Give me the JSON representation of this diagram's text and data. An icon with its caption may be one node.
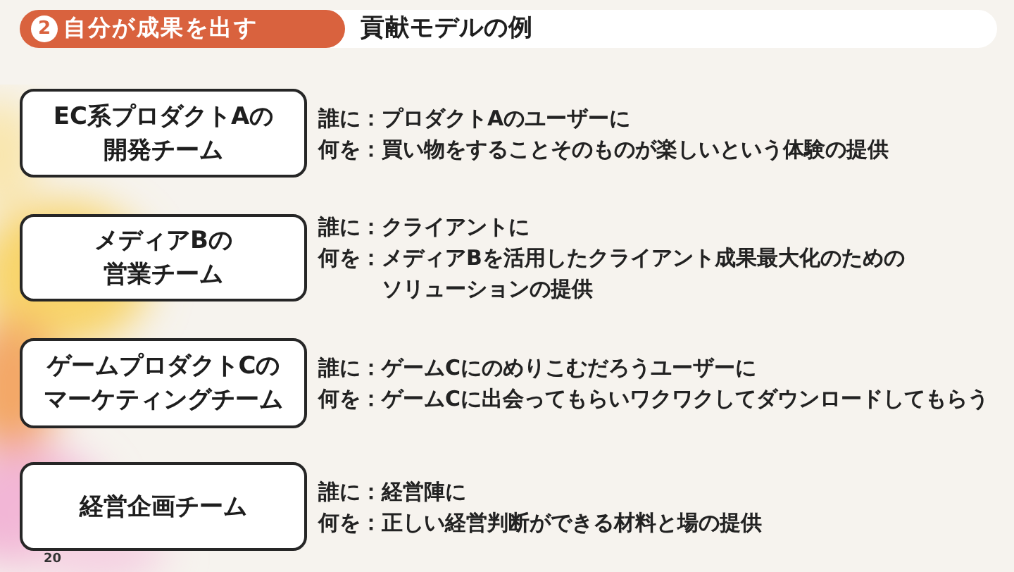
{
  "diagram": {
    "title": "貢献モデルの例",
    "nodes": [
      {
        "text": [
          "EC系プロダクトAの開発チーム"
        ],
        "beside": [
          "誰に：プロダクトAのユーザーに",
          "何を：買い物をすることそのものが楽しいという体験の提供"
        ]
      },
      {
        "text": [
          "メディアBの営業チーム"
        ],
        "beside": [
          "誰に：クライアントに",
          "何を：メディアBを活用したクライアント成果最大化のためのソリューションの提供"
        ]
      },
      {
        "text": [
          "ゲームプロダクトCのマーケティングチーム"
        ],
        "beside": [
          "誰に：ゲームCにのめりこむだろうユーザーに",
          "何を：ゲームCに出会ってもらいワクワクしてダウンロードしてもらう"
        ]
      },
      {
        "text": [
          "経営企画チーム"
        ],
        "beside": [
          "誰に：経営陣に",
          "何を：正しい経営判断ができる材料と場の提供"
        ]
      }
    ],
    "labels": [
      "2",
      "自分が成果を出す",
      "20"
    ]
  }
}
